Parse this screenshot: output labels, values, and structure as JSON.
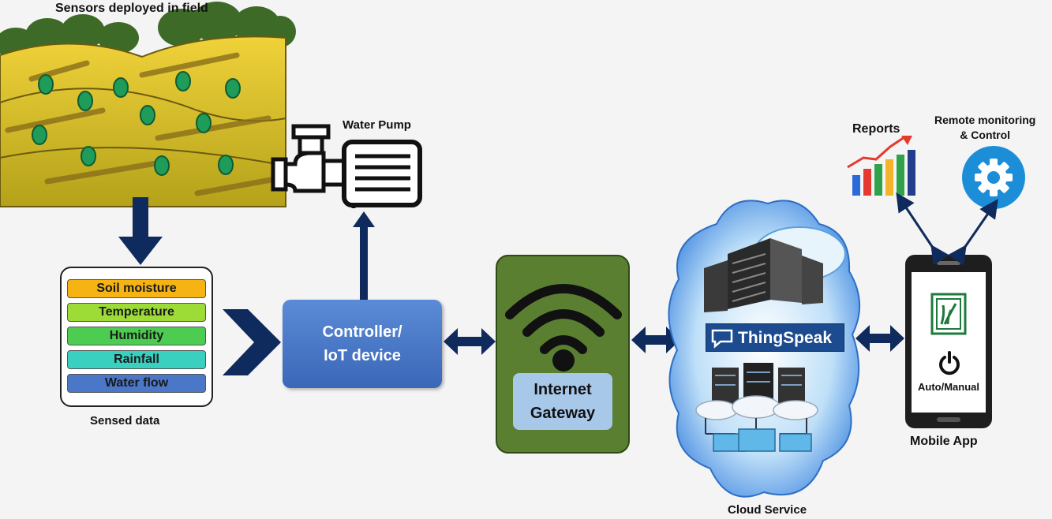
{
  "field": {
    "title": "Sensors deployed in field"
  },
  "pump": {
    "label": "Water Pump"
  },
  "sensed": {
    "bars": [
      {
        "label": "Soil moisture",
        "color": "#f5b414"
      },
      {
        "label": "Temperature",
        "color": "#9ddc37"
      },
      {
        "label": "Humidity",
        "color": "#4ccd52"
      },
      {
        "label": "Rainfall",
        "color": "#3ad0c0"
      },
      {
        "label": "Water flow",
        "color": "#4a77c8"
      }
    ],
    "caption": "Sensed data"
  },
  "controller": {
    "line1": "Controller/",
    "line2": "IoT device"
  },
  "gateway": {
    "line1": "Internet",
    "line2": "Gateway"
  },
  "cloud": {
    "brand": "ThingSpeak",
    "caption": "Cloud Service"
  },
  "phone": {
    "mode": "Auto/Manual",
    "caption": "Mobile App"
  },
  "reports": {
    "label": "Reports"
  },
  "remote": {
    "line1": "Remote monitoring",
    "line2": "& Control"
  },
  "colors": {
    "arrow": "#0f2a5c",
    "controller": "#4a78c8",
    "gateway": "#5b7f31",
    "thingspeak": "#1d4b8f",
    "gear": "#1c8ed8"
  }
}
